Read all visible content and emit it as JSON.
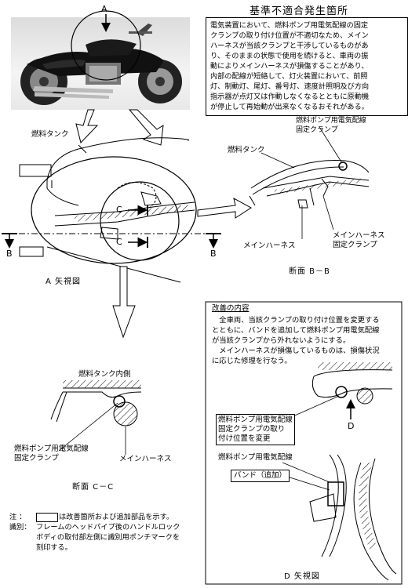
{
  "header": {
    "title": "基準不適合発生箇所"
  },
  "defect_description": "電気装置において、燃料ポンプ用電気配線の固定\nクランプの取り付け位置が不適切なため、メイン\nハーネスが当該クランプと干渉しているものがあ\nり、そのままの状態で使用を続けると、車両の振\n動によりメインハーネスが損傷することがあり、\n内部の配線が短絡して、灯火装置において、前照\n灯、制動灯、尾灯、番号灯、速度計照明及び方向\n指示器が点灯又は作動しなくなるとともに原動機\nが停止して再始動が出来なくなるおそれがある。",
  "photo": {
    "view_label": "A"
  },
  "main_view": {
    "fuel_tank_label": "燃料タンク",
    "section_marker_c": "C",
    "section_marker_b": "B",
    "caption": "A 矢視図"
  },
  "section_bb": {
    "fuel_tank_label": "燃料タンク",
    "clamp_label": "燃料ポンプ用電気配線\n固定クランプ",
    "main_harness_label": "メインハーネス",
    "harness_clamp_label": "メインハーネス\n固定クランプ",
    "caption": "断面 B－B"
  },
  "section_cc": {
    "tank_inner_label": "燃料タンク内側",
    "clamp_label": "燃料ポンプ用電気配線\n固定クランプ",
    "main_harness_label": "メインハーネス",
    "caption": "断面 C－C"
  },
  "improvement": {
    "heading": "改善の内容",
    "body": "　全車両、当該クランプの取り付け位置を変更する\nとともに、バンドを追加して燃料ポンプ用電気配線\nが当該クランプから外れないようにする。\n　メインハーネスが損傷しているものは、損傷状況\nに応じた修理を行なう。",
    "changed_clamp_label": "燃料ポンプ用電気配線\n固定クランプの取り\n付け位置を変更",
    "view_marker_d": "D",
    "wiring_label": "燃料ポンプ用電気配線",
    "band_label": "バンド（追加）",
    "caption": "D 矢視図"
  },
  "notes": {
    "note_prefix": "注  ：",
    "note_text": "は改善箇所および追加部品を示す。",
    "id_prefix": "識別：",
    "id_line1": "フレームのヘッドパイプ後のハンドルロック",
    "id_line2": "ボディの取付部左側に識別用ポンチマークを",
    "id_line3": "刻印する。"
  }
}
